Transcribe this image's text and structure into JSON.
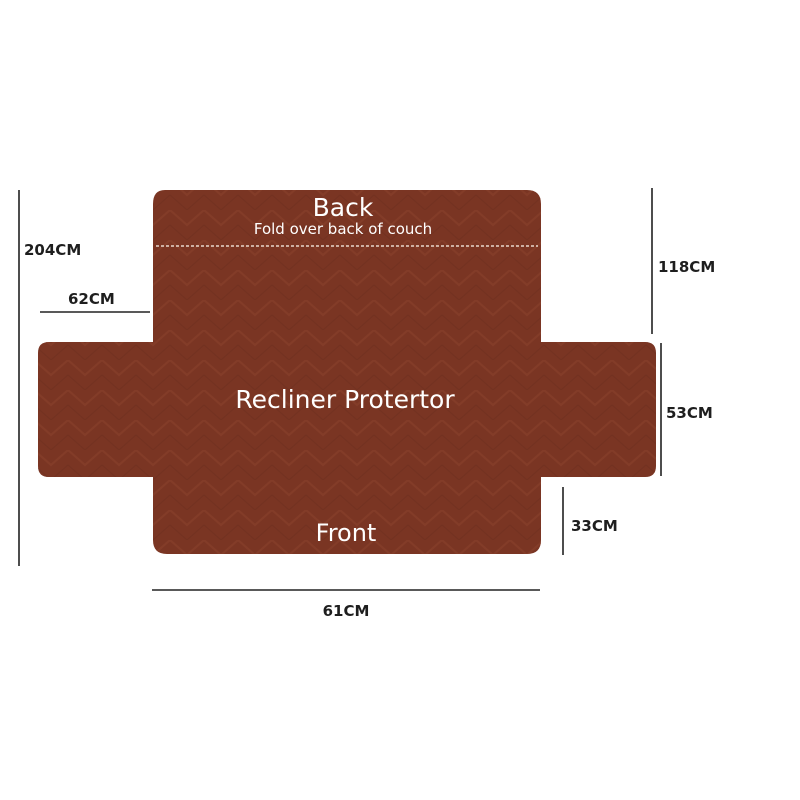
{
  "diagram": {
    "back_label": "Back",
    "back_sublabel": "Fold over back of couch",
    "center_label": "Recliner Protertor",
    "front_label": "Front",
    "dimensions": {
      "total_length": "204CM",
      "arm_width": "62CM",
      "back_length": "118CM",
      "arm_length": "53CM",
      "front_length": "33CM",
      "seat_width": "61CM"
    },
    "colors": {
      "fabric": "#7a3523",
      "fabric_pattern": "#88412c",
      "stitch": "#e8d8cc",
      "text": "#ffffff",
      "dimension_line": "#222222"
    }
  }
}
